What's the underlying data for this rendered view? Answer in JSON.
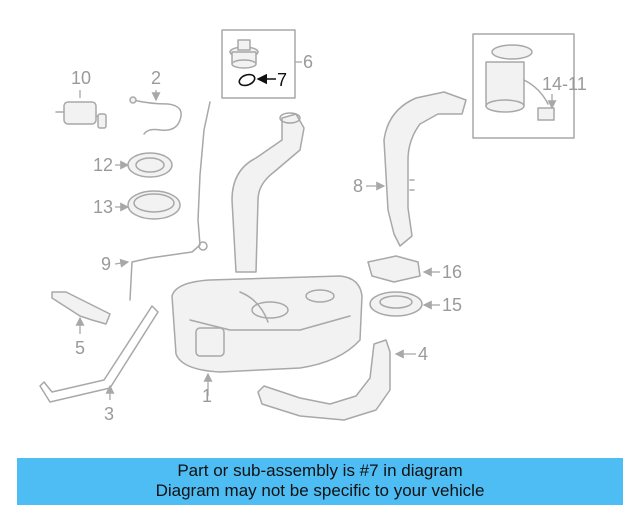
{
  "callouts": {
    "c1": "1",
    "c2": "2",
    "c3": "3",
    "c4": "4",
    "c5": "5",
    "c6": "6",
    "c7": "7",
    "c8": "8",
    "c9": "9",
    "c10": "10",
    "c12": "12",
    "c13": "13",
    "c14_11": "14-11",
    "c15": "15",
    "c16": "16"
  },
  "highlighted_part": "7",
  "banner": {
    "line1": "Part or sub-assembly is #7 in diagram",
    "line2": "Diagram may not be specific to your vehicle",
    "background": "#4dbdf4"
  }
}
